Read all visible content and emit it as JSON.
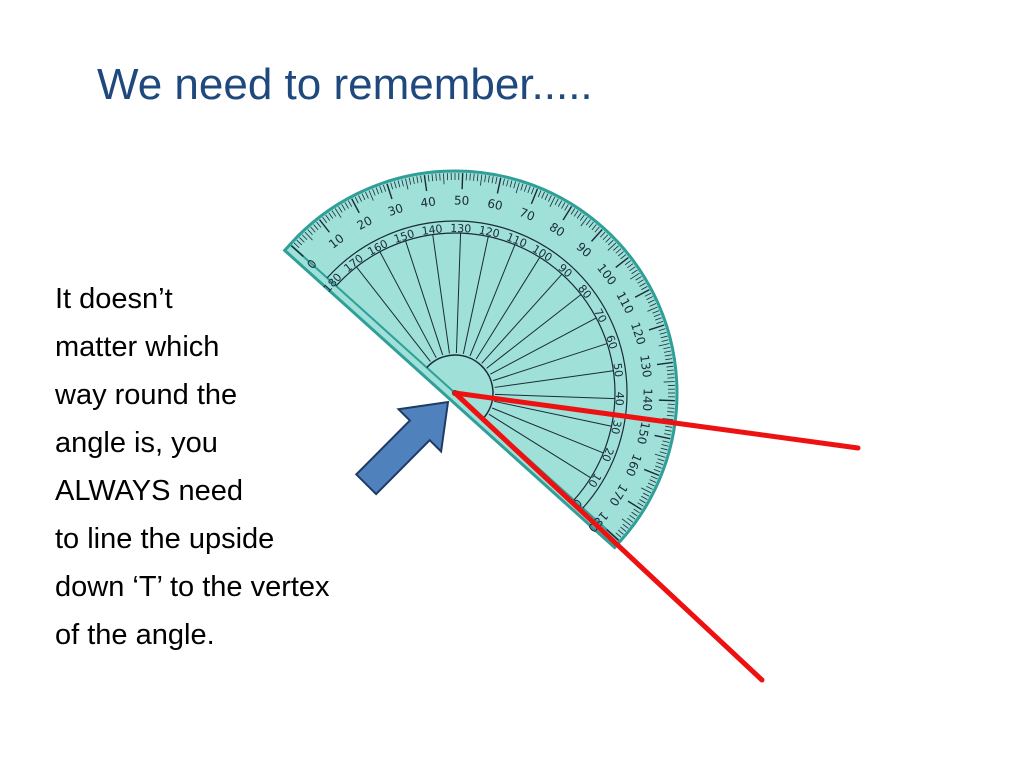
{
  "slide": {
    "title": "We need to remember.....",
    "body_lines": [
      "It doesn’t",
      "matter which",
      "way round the",
      "angle is, you",
      "ALWAYS need",
      "to line the upside",
      "down ‘T’ to the vertex",
      "of the angle."
    ]
  },
  "protractor": {
    "outer_scale_labels": [
      "0",
      "10",
      "20",
      "30",
      "40",
      "50",
      "60",
      "70",
      "80",
      "90",
      "100",
      "110",
      "120",
      "130",
      "140",
      "150",
      "160",
      "170",
      "180"
    ],
    "inner_scale_labels": [
      "180",
      "170",
      "160",
      "150",
      "140",
      "130",
      "120",
      "110",
      "100",
      "90",
      "80",
      "70",
      "60",
      "50",
      "40",
      "30",
      "20",
      "10",
      "0"
    ],
    "colors": {
      "body": "#9fe0d8",
      "edge": "#2f9f98",
      "ink": "#1a2a3a",
      "ray": "#ee1111",
      "arrow": "#4f81bd",
      "arrow_outline": "#1f3b63"
    }
  }
}
